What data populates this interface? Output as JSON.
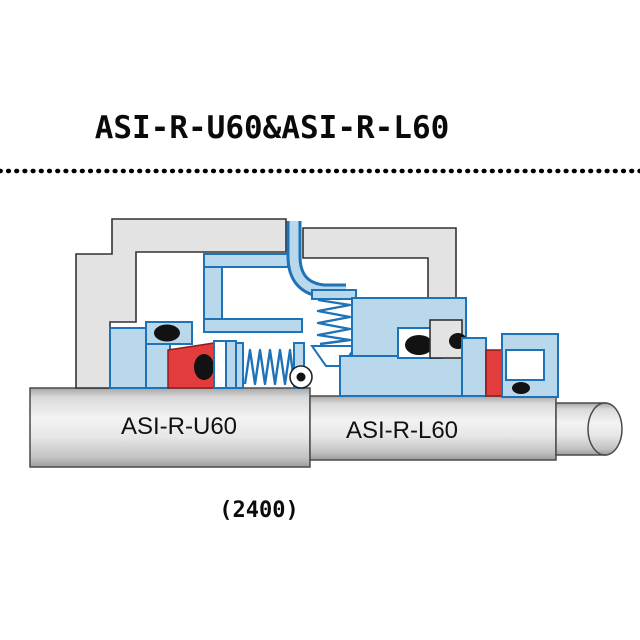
{
  "title": {
    "text": "ASI-R-U60&ASI-R-L60"
  },
  "diagram": {
    "shaft_label_left": "ASI-R-U60",
    "shaft_label_right": "ASI-R-L60",
    "caption": "(2400)"
  },
  "colors": {
    "blueFill": "#b9d8ec",
    "blueStroke": "#1d72b8",
    "housingGray": "#e3e3e3",
    "elastomerRed": "#e23c3c",
    "oringBlack": "#121212",
    "shaftEdge": "#4a4a4a"
  }
}
